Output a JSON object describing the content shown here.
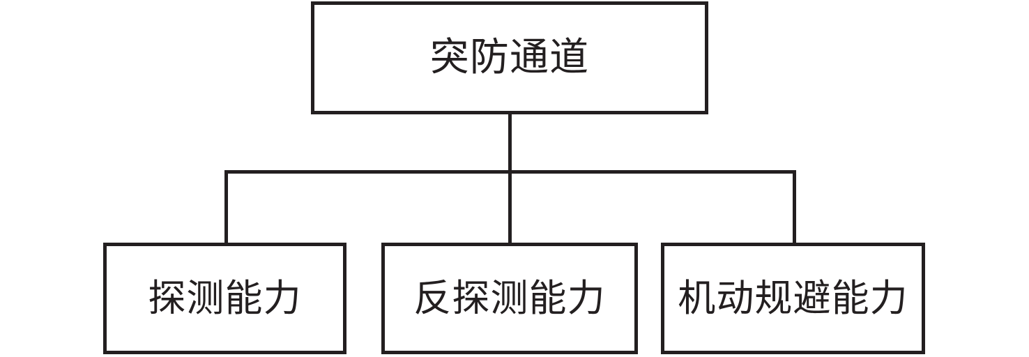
{
  "diagram": {
    "type": "hierarchy-tree",
    "orientation": "top-down",
    "background_color": "#ffffff",
    "line_color": "#231f20",
    "text_color": "#231f20",
    "root": {
      "label": "突防通道"
    },
    "children": [
      {
        "label": "探测能力"
      },
      {
        "label": "反探测能力"
      },
      {
        "label": "机动规避能力"
      }
    ],
    "edges": [
      {
        "from": "突防通道",
        "to": "探测能力"
      },
      {
        "from": "突防通道",
        "to": "反探测能力"
      },
      {
        "from": "突防通道",
        "to": "机动规避能力"
      }
    ]
  }
}
